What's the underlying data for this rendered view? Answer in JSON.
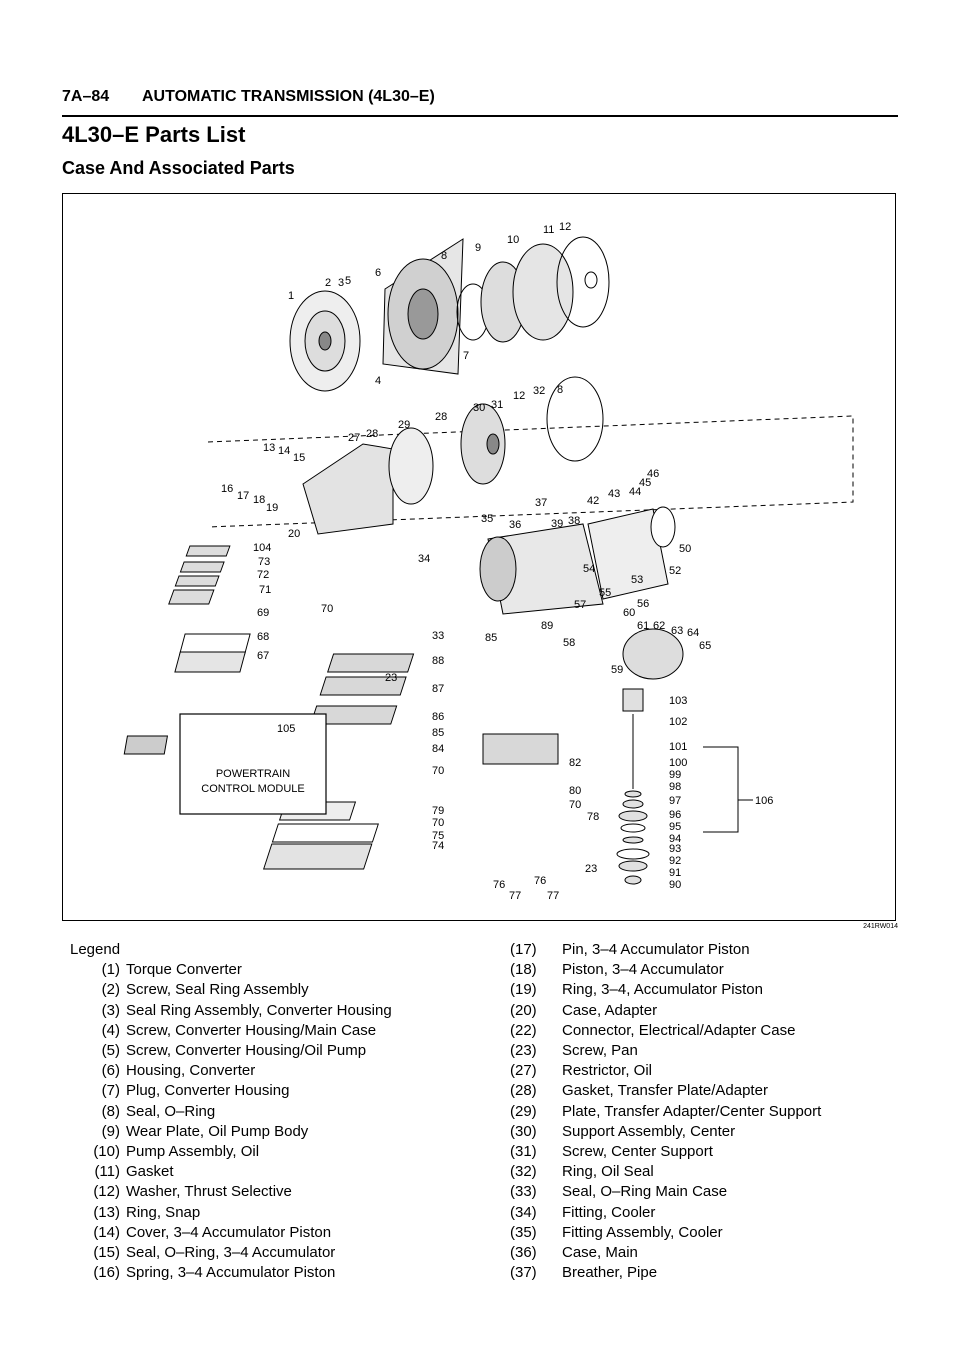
{
  "header": {
    "page_number": "7A–84",
    "section": "AUTOMATIC TRANSMISSION (4L30–E)"
  },
  "title": "4L30–E Parts List",
  "subtitle": "Case And Associated Parts",
  "figure": {
    "id": "241RW014",
    "pcm_number": "105",
    "pcm_label_line1": "POWERTRAIN",
    "pcm_label_line2": "CONTROL MODULE",
    "callouts": [
      "1",
      "2",
      "3",
      "5",
      "6",
      "8",
      "9",
      "10",
      "11",
      "12",
      "7",
      "4",
      "13",
      "14",
      "15",
      "16",
      "17",
      "18",
      "19",
      "20",
      "27",
      "28",
      "29",
      "28",
      "30",
      "31",
      "12",
      "32",
      "8",
      "46",
      "45",
      "44",
      "43",
      "42",
      "37",
      "35",
      "36",
      "39",
      "38",
      "34",
      "50",
      "52",
      "54",
      "53",
      "55",
      "56",
      "57",
      "60",
      "61",
      "62",
      "63",
      "64",
      "65",
      "58",
      "59",
      "104",
      "73",
      "72",
      "71",
      "69",
      "70",
      "68",
      "67",
      "23",
      "33",
      "85",
      "89",
      "88",
      "87",
      "86",
      "85",
      "84",
      "82",
      "70",
      "80",
      "70",
      "79",
      "70",
      "75",
      "74",
      "78",
      "76",
      "77",
      "77",
      "76",
      "23",
      "103",
      "102",
      "101",
      "100",
      "99",
      "98",
      "97",
      "96",
      "95",
      "94",
      "93",
      "92",
      "91",
      "90",
      "106"
    ]
  },
  "legend": {
    "heading": "Legend",
    "left": [
      {
        "n": "(1)",
        "t": "Torque Converter"
      },
      {
        "n": "(2)",
        "t": "Screw, Seal Ring Assembly"
      },
      {
        "n": "(3)",
        "t": "Seal Ring Assembly, Converter Housing"
      },
      {
        "n": "(4)",
        "t": "Screw, Converter Housing/Main Case"
      },
      {
        "n": "(5)",
        "t": "Screw, Converter Housing/Oil Pump"
      },
      {
        "n": "(6)",
        "t": "Housing, Converter"
      },
      {
        "n": "(7)",
        "t": "Plug, Converter Housing"
      },
      {
        "n": "(8)",
        "t": "Seal, O–Ring"
      },
      {
        "n": "(9)",
        "t": "Wear Plate, Oil Pump Body"
      },
      {
        "n": "(10)",
        "t": "Pump Assembly, Oil"
      },
      {
        "n": "(11)",
        "t": "Gasket"
      },
      {
        "n": "(12)",
        "t": "Washer, Thrust Selective"
      },
      {
        "n": "(13)",
        "t": "Ring, Snap"
      },
      {
        "n": "(14)",
        "t": "Cover, 3–4 Accumulator Piston"
      },
      {
        "n": "(15)",
        "t": "Seal, O–Ring, 3–4 Accumulator"
      },
      {
        "n": "(16)",
        "t": "Spring, 3–4 Accumulator Piston"
      }
    ],
    "right": [
      {
        "n": "(17)",
        "t": "Pin, 3–4 Accumulator Piston"
      },
      {
        "n": "(18)",
        "t": "Piston, 3–4 Accumulator"
      },
      {
        "n": "(19)",
        "t": "Ring, 3–4, Accumulator Piston"
      },
      {
        "n": "(20)",
        "t": "Case, Adapter"
      },
      {
        "n": "(22)",
        "t": "Connector, Electrical/Adapter Case"
      },
      {
        "n": "(23)",
        "t": "Screw, Pan"
      },
      {
        "n": "(27)",
        "t": "Restrictor, Oil"
      },
      {
        "n": "(28)",
        "t": "Gasket, Transfer Plate/Adapter"
      },
      {
        "n": "(29)",
        "t": "Plate, Transfer Adapter/Center Support"
      },
      {
        "n": "(30)",
        "t": "Support Assembly, Center"
      },
      {
        "n": "(31)",
        "t": "Screw, Center Support"
      },
      {
        "n": "(32)",
        "t": "Ring, Oil Seal"
      },
      {
        "n": "(33)",
        "t": "Seal, O–Ring Main Case"
      },
      {
        "n": "(34)",
        "t": "Fitting, Cooler"
      },
      {
        "n": "(35)",
        "t": "Fitting Assembly, Cooler"
      },
      {
        "n": "(36)",
        "t": "Case, Main"
      },
      {
        "n": "(37)",
        "t": "Breather, Pipe"
      }
    ]
  }
}
